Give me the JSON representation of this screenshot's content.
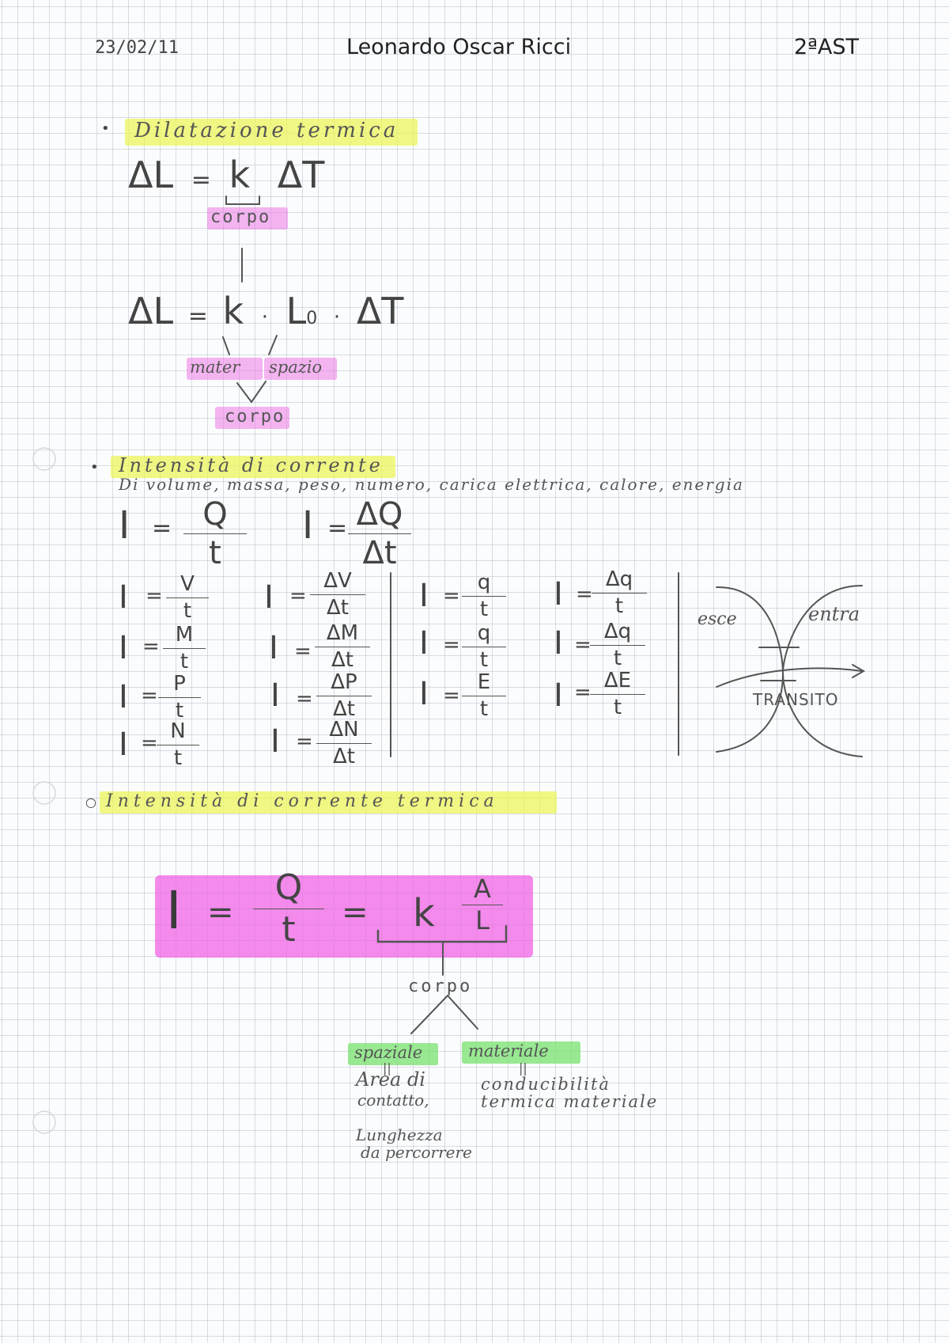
{
  "header": {
    "date": "23/02/11",
    "author": "Leonardo Oscar Ricci",
    "class_label": "2ªAST"
  },
  "section1": {
    "title": "Dilatazione termica",
    "eq1": {
      "lhs": "ΔL",
      "eq": "=",
      "k": "k",
      "rhs": "ΔT"
    },
    "corpo_label": "corpo",
    "eq2": {
      "lhs": "ΔL",
      "eq": "=",
      "k": "k",
      "dot1": "·",
      "L": "L",
      "sub": "0",
      "dot2": "·",
      "rhs": "ΔT"
    },
    "mater_label": "mater",
    "spazio_label": "spazio",
    "corpo_label2": "corpo"
  },
  "section2": {
    "title": "Intensità di corrente",
    "subtitle": "Di volume, massa, peso, numero, carica elettrica, calore, energia",
    "main_eqs": [
      {
        "lhs": "I",
        "eq": "=",
        "num": "Q",
        "den": "t"
      },
      {
        "lhs": "I",
        "eq": "=",
        "num": "ΔQ",
        "den": "Δt"
      }
    ],
    "col1": [
      {
        "lhs": "I",
        "eq": "=",
        "num": "V",
        "den": "t"
      },
      {
        "lhs": "I",
        "eq": "=",
        "num": "M",
        "den": "t"
      },
      {
        "lhs": "I",
        "eq": "=",
        "num": "P",
        "den": "t"
      },
      {
        "lhs": "I",
        "eq": "=",
        "num": "N",
        "den": "t"
      }
    ],
    "col2": [
      {
        "lhs": "I",
        "eq": "=",
        "num": "ΔV",
        "den": "Δt"
      },
      {
        "lhs": "I",
        "eq": "=",
        "num": "ΔM",
        "den": "Δt"
      },
      {
        "lhs": "I",
        "eq": "=",
        "num": "ΔP",
        "den": "Δt"
      },
      {
        "lhs": "I",
        "eq": "=",
        "num": "ΔN",
        "den": "Δt"
      }
    ],
    "col3": [
      {
        "lhs": "I",
        "eq": "=",
        "num": "q",
        "den": "t"
      },
      {
        "lhs": "I",
        "eq": "=",
        "num": "q",
        "den": "t"
      },
      {
        "lhs": "I",
        "eq": "=",
        "num": "E",
        "den": "t"
      }
    ],
    "col4": [
      {
        "lhs": "I",
        "eq": "=",
        "num": "Δq",
        "den": "t"
      },
      {
        "lhs": "I",
        "eq": "=",
        "num": "Δq",
        "den": "t"
      },
      {
        "lhs": "I",
        "eq": "=",
        "num": "ΔE",
        "den": "t"
      }
    ],
    "diagram": {
      "left_label": "esce",
      "right_label": "entra",
      "center_label": "TRANSITO"
    }
  },
  "section3": {
    "title": "Intensità di corrente termica",
    "big_eq": {
      "lhs": "I",
      "eq1": "=",
      "num1": "Q",
      "den1": "t",
      "eq2": "=",
      "k": "k",
      "num2": "A",
      "den2": "L"
    },
    "corpo_label": "corpo",
    "spaziale_label": "spaziale",
    "materiale_label": "materiale",
    "ditto_left": "||",
    "ditto_right": "||",
    "area_line1": "Area di",
    "area_line2": "contatto,",
    "cond_line1": "conducibilità",
    "cond_line2": "termica materiale",
    "lung_line1": "Lunghezza",
    "lung_line2": "da percorrere"
  },
  "colors": {
    "yellow_highlight": "#ecf55a",
    "pink_highlight": "#ec78e6",
    "green_highlight": "#78e16e",
    "grid": "#5a6e8c"
  }
}
